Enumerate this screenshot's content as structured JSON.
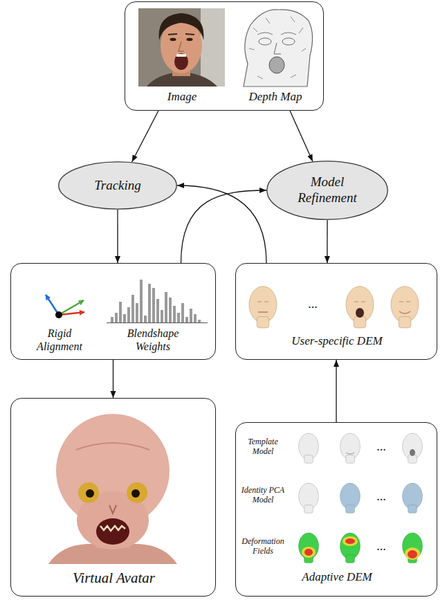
{
  "diagram": {
    "nodes": [
      {
        "text": [
          "Image",
          "Depth Map"
        ]
      },
      {
        "text": [
          "Tracking"
        ]
      },
      {
        "text": [
          "Model Refinement"
        ]
      },
      {
        "text": [
          "Rigid Alignment",
          "Blendshape Weights"
        ]
      },
      {
        "text": [
          "User-specific DEM"
        ]
      },
      {
        "text": [
          "Virtual Avatar"
        ]
      },
      {
        "text": [
          "Template Model",
          "Identity PCA Model",
          "Deformation Fields",
          "Adaptive DEM"
        ]
      }
    ],
    "edges": [
      {
        "from": 0,
        "to": 1,
        "arrow": "to"
      },
      {
        "from": 0,
        "to": 2,
        "arrow": "to"
      },
      {
        "from": 1,
        "to": 3,
        "arrow": "to"
      },
      {
        "from": 2,
        "to": 4,
        "arrow": "to"
      },
      {
        "from": 3,
        "to": 2,
        "arrow": "to"
      },
      {
        "from": 4,
        "to": 1,
        "arrow": "to"
      },
      {
        "from": 3,
        "to": 5,
        "arrow": "to"
      },
      {
        "from": 6,
        "to": 4,
        "arrow": "to"
      }
    ],
    "labels": [
      "...",
      "...",
      "...",
      "..."
    ]
  }
}
